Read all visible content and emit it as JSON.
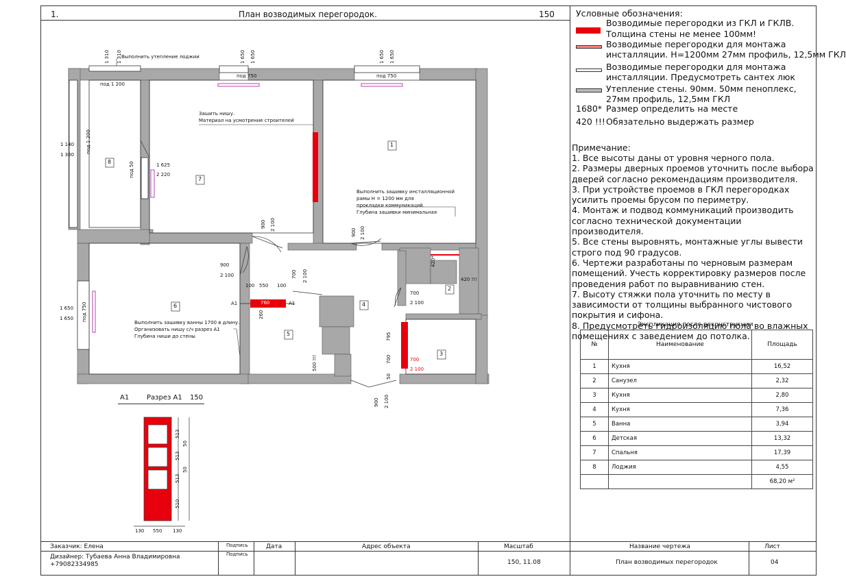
{
  "header": {
    "number": "1.",
    "title": "План возводимых перегородок.",
    "scale": "150"
  },
  "legend": {
    "title": "Условные обозначения:",
    "items": [
      {
        "line1": "Возводимые перегородки из ГКЛ и ГКЛВ.",
        "line2": "Толщина стены не менее 100мм!",
        "swatch": "red-thick"
      },
      {
        "line1": "Возводимые перегородки для монтажа",
        "line2": "инсталляции. Н=1200мм 27мм профиль, 12,5мм ГКЛ",
        "swatch": "red-thin"
      },
      {
        "line1": "Возводимые перегородки для монтажа",
        "line2": "инсталляции. Предусмотреть сантех люк",
        "swatch": "white-thin"
      },
      {
        "line1": "Утепление стены. 90мм. 50мм пеноплекс,",
        "line2": "27мм профиль, 12,5мм ГКЛ",
        "swatch": "grey-thin"
      }
    ],
    "marks": [
      {
        "symbol": "1680*",
        "text": "Размер определить на месте"
      },
      {
        "symbol": "420 !!!",
        "text": "Обязательно выдержать размер"
      }
    ]
  },
  "notes": {
    "title": "Примечание:",
    "items": [
      "1. Все высоты даны от уровня черного пола.",
      "2. Размеры дверных проемов уточнить после выбора дверей согласно рекомендациям производителя.",
      "3. При устройстве проемов в ГКЛ перегородках усилить проемы брусом по периметру.",
      "4. Монтаж и подвод коммуникаций производить согласно технической документации производителя.",
      "5. Все стены выровнять, монтажные углы вывести строго под 90 градусов.",
      "6. Чертежи разработаны по черновым размерам помещений. Учесть корректировку размеров после проведения работ по выравниванию стен.",
      "7. Высоту стяжки пола уточнить по месту в зависимости от толщины выбранного чистового покрытия и сифона.",
      "8. Предусмотреть гидроизоляцию пола во влажных помещениях с заведением до потолка."
    ]
  },
  "explication": {
    "title": "Экспликация после реконструкции",
    "headers": [
      "№",
      "Наименование",
      "Площадь"
    ],
    "rows": [
      [
        "1",
        "Кухня",
        "16,52"
      ],
      [
        "2",
        "Санузел",
        "2,32"
      ],
      [
        "3",
        "Кухня",
        "2,80"
      ],
      [
        "4",
        "Кухня",
        "7,36"
      ],
      [
        "5",
        "Ванна",
        "3,94"
      ],
      [
        "6",
        "Детская",
        "13,32"
      ],
      [
        "7",
        "Спальня",
        "17,39"
      ],
      [
        "8",
        "Лоджия",
        "4,55"
      ]
    ],
    "total": "68,20 м²"
  },
  "section": {
    "label": "А1",
    "title": "Разрез А1",
    "scale": "150",
    "dims_bottom": [
      "130",
      "550",
      "130"
    ],
    "dims_right_inner": [
      "513",
      "513",
      "513",
      "510"
    ],
    "dims_right_outer": [
      "50",
      "50"
    ]
  },
  "plan": {
    "rooms": [
      "1",
      "2",
      "3",
      "4",
      "5",
      "6",
      "7",
      "8"
    ],
    "windows": {
      "loggia_top": "под 1 200",
      "room7_top": "под 750",
      "room1_top": "под 750",
      "loggia_side": "под 1 200",
      "room7_side": "под 50",
      "room6_side": "под 750"
    },
    "dims": {
      "top_a1": "1 310",
      "top_a2": "1 310",
      "top_b1": "1 650",
      "top_b2": "1 650",
      "top_c1": "1 650",
      "top_c2": "1 650",
      "left_1": "1 140",
      "left_2": "1 300",
      "left_3": "1 650",
      "left_4": "1 650",
      "room7_d1": "1 625",
      "room7_d2": "2 220",
      "door7_a": "900",
      "door7_b": "2 100",
      "door1_a": "900",
      "door1_b": "2 100",
      "door6_a": "900",
      "door6_b": "2 100",
      "hall_a": "700",
      "hall_b": "2 100",
      "door2_a": "700",
      "door2_b": "2 100",
      "door4_a": "900",
      "door4_b": "2 100",
      "bath_w": "550",
      "bath_l": "100",
      "bath_r": "100",
      "bath_h": "260",
      "bath_label": "760",
      "wc_h": "500 !!!",
      "room2_d": "420 !!!",
      "room2_d2": "420*",
      "room3_a": "795",
      "room3_b": "700",
      "room3_c": "50",
      "room3_d1": "700",
      "room3_d2": "2 100"
    },
    "notes": {
      "loggia": "Выполнить утепление лоджии",
      "niche_1": "Зашить нишу.",
      "niche_2": "Материал на усмотрение строителей",
      "install_1": "Выполнить зашивку инсталляционной",
      "install_2": "рамы Н = 1200 мм для",
      "install_3": "прокладки коммуникаций.",
      "install_4": "Глубина зашивки минимальная",
      "bath_1": "Выполнить зашивку ванны 1700 в длину.",
      "bath_2": "Организовать нишу с/ч разрез А1",
      "bath_3": "Глубина ниши до стены",
      "a1_left": "А1",
      "a1_right": "А1"
    }
  },
  "title_block": {
    "customer": "Заказчик: Елена",
    "designer": "Дизайнер: Тубаева Анна Владимировна",
    "phone": "+79082334985",
    "sign1": "Подпись",
    "sign2": "Подпись",
    "date": "Дата",
    "address": "Адрес объекта",
    "scale_label": "Масштаб",
    "scale_value": "150, 11.08",
    "drawing_name_label": "Название чертежа",
    "drawing_name": "План возводимых перегородок",
    "sheet_label": "Лист",
    "sheet": "04"
  },
  "colors": {
    "wall": "#a8a8a8",
    "partition": "#e8000d",
    "window_pink": "#c060c0",
    "line": "#333333"
  }
}
